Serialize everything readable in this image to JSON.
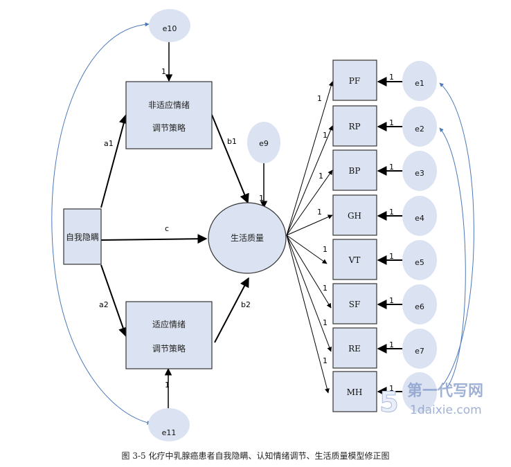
{
  "nodes": {
    "self_concealment": "自我隐瞒",
    "maladaptive_line1": "非适应情绪",
    "maladaptive_line2": "调节策略",
    "adaptive_line1": "适应情绪",
    "adaptive_line2": "调节策略",
    "quality_of_life": "生活质量"
  },
  "path_labels": {
    "a1": "a1",
    "a2": "a2",
    "b1": "b1",
    "b2": "b2",
    "c": "c"
  },
  "errors": {
    "e9": "e9",
    "e10": "e10",
    "e11": "e11"
  },
  "indicators": [
    {
      "name": "PF",
      "error": "e1",
      "loading": "1",
      "error_weight": "1"
    },
    {
      "name": "RP",
      "error": "e2",
      "loading": "1",
      "error_weight": "1"
    },
    {
      "name": "BP",
      "error": "e3",
      "loading": "1",
      "error_weight": "1"
    },
    {
      "name": "GH",
      "error": "e4",
      "loading": "1",
      "error_weight": "1"
    },
    {
      "name": "VT",
      "error": "e5",
      "loading": "1",
      "error_weight": "1"
    },
    {
      "name": "SF",
      "error": "e6",
      "loading": "1",
      "error_weight": "1"
    },
    {
      "name": "RE",
      "error": "e7",
      "loading": "1",
      "error_weight": "1"
    },
    {
      "name": "MH",
      "error": "",
      "loading": "1",
      "error_weight": "1"
    }
  ],
  "fixed_weights": {
    "e10": "1",
    "e9": "1",
    "e11": "1"
  },
  "caption": "图 3-5 化疗中乳腺癌患者自我隐瞒、认知情绪调节、生活质量模型修正图",
  "watermark": {
    "brand": "第一代写网",
    "url": "1daixie.com"
  },
  "colors": {
    "node_fill": "#dbe2f1",
    "covariance_line": "#4a78b8"
  }
}
